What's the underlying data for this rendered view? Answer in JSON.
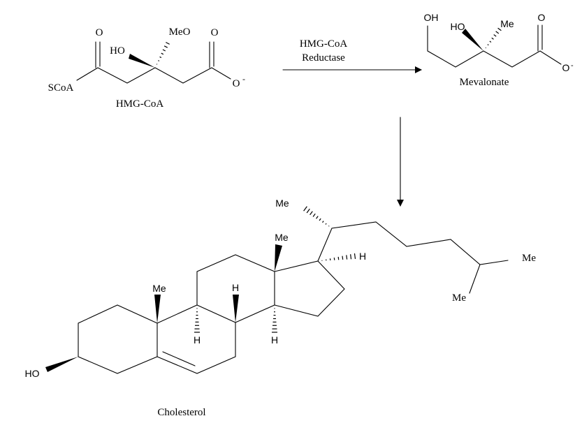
{
  "reaction": {
    "enzyme_line1": "HMG-CoA",
    "enzyme_line2": "Reductase"
  },
  "hmg_coa": {
    "name": "HMG-CoA",
    "labels": {
      "o1": "O",
      "o2": "O",
      "ho": "HO",
      "meo": "MeO",
      "scoa": "SCoA",
      "ominus": "O",
      "charge": "-"
    }
  },
  "mevalonate": {
    "name": "Mevalonate",
    "labels": {
      "oh": "OH",
      "ho": "HO",
      "me": "Me",
      "o": "O",
      "ominus": "O",
      "charge": "-"
    }
  },
  "cholesterol": {
    "name": "Cholesterol",
    "labels": {
      "ho": "HO",
      "me10": "Me",
      "me13": "Me",
      "me21": "Me",
      "h8": "H",
      "h9": "H",
      "h14": "H",
      "h17": "H",
      "me26": "Me",
      "me27": "Me"
    }
  }
}
